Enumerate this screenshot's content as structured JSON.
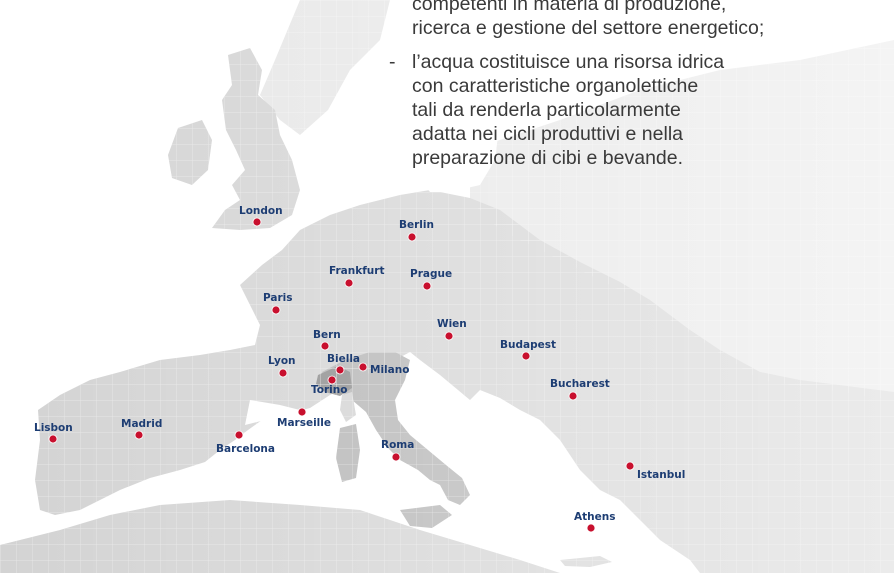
{
  "text_block": {
    "items": [
      {
        "dash": "",
        "lines": [
          "competenti in materia di produzione,",
          "ricerca e gestione del settore energetico;"
        ]
      },
      {
        "dash": "-",
        "lines": [
          "l’acqua costituisce una risorsa idrica",
          "con caratteristiche organolettiche",
          "tali da renderla particolarmente",
          "adatta nei cicli produttivi e nella",
          "preparazione di cibi e bevande."
        ]
      }
    ]
  },
  "map": {
    "colors": {
      "land": "#d3d3d3",
      "land_light": "#e6e6e6",
      "italy": "#b4b4b4",
      "piedmont": "#8c8c8c",
      "label": "#1d3d73",
      "marker": "#c8102e",
      "sea": "#ffffff"
    },
    "cities": [
      {
        "name": "London",
        "id": "london"
      },
      {
        "name": "Berlin",
        "id": "berlin"
      },
      {
        "name": "Frankfurt",
        "id": "frankfurt"
      },
      {
        "name": "Prague",
        "id": "prague"
      },
      {
        "name": "Paris",
        "id": "paris"
      },
      {
        "name": "Bern",
        "id": "bern"
      },
      {
        "name": "Wien",
        "id": "wien"
      },
      {
        "name": "Budapest",
        "id": "budapest"
      },
      {
        "name": "Lyon",
        "id": "lyon"
      },
      {
        "name": "Biella",
        "id": "biella"
      },
      {
        "name": "Milano",
        "id": "milano"
      },
      {
        "name": "Torino",
        "id": "torino"
      },
      {
        "name": "Bucharest",
        "id": "bucharest"
      },
      {
        "name": "Marseille",
        "id": "marseille"
      },
      {
        "name": "Madrid",
        "id": "madrid"
      },
      {
        "name": "Lisbon",
        "id": "lisbon"
      },
      {
        "name": "Barcelona",
        "id": "barcelona"
      },
      {
        "name": "Roma",
        "id": "roma"
      },
      {
        "name": "Istanbul",
        "id": "istanbul"
      },
      {
        "name": "Athens",
        "id": "athens"
      }
    ]
  }
}
